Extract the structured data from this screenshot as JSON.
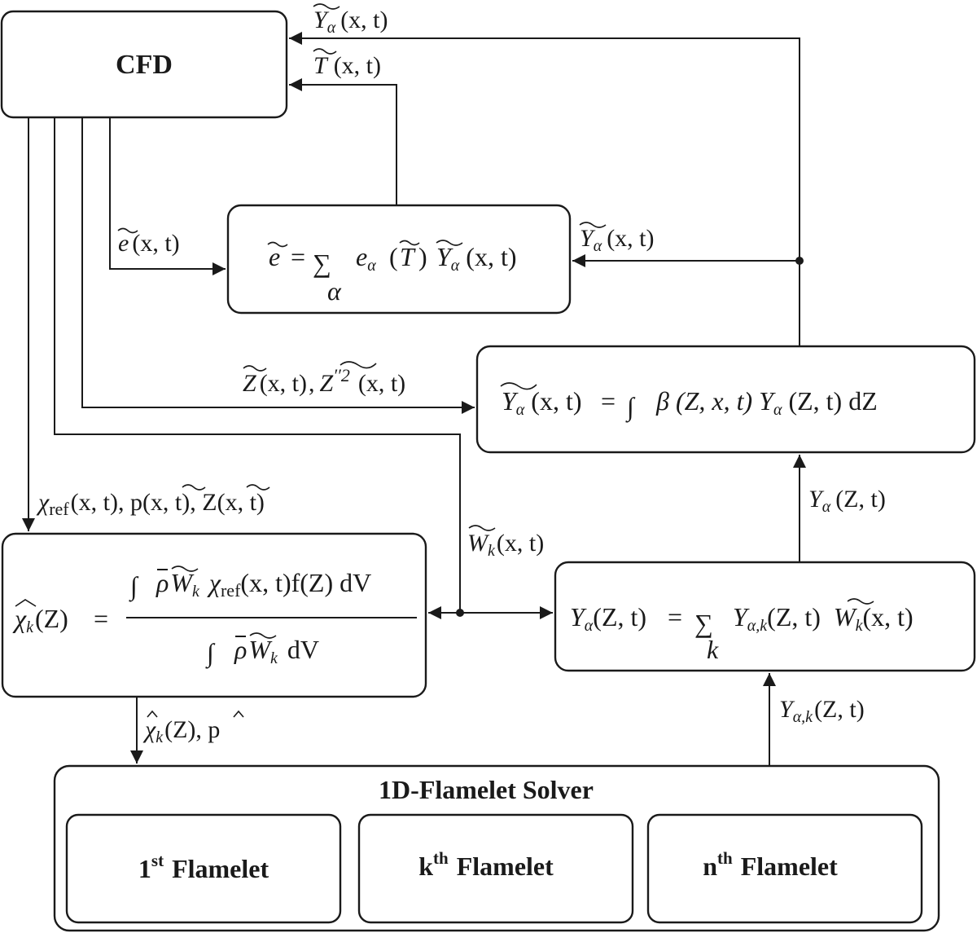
{
  "nodes": {
    "cfd": {
      "label": "CFD"
    },
    "energy": {
      "lhs": "e",
      "eq": "=",
      "sum": "∑",
      "sub": "α",
      "term_a": "e",
      "term_a_sub": "α",
      "lparen": "(",
      "T": "T",
      "rparen": ")",
      "Y": "Y",
      "Y_sub": "α",
      "args": "(x, t)"
    },
    "beta_pdf": {
      "Y": "Y",
      "Y_sub": "α",
      "args": "(x, t)",
      "eq": "=",
      "int": "∫",
      "body": "β (Z, x, t) Y",
      "body_sub": "α",
      "tail": "(Z, t) dZ"
    },
    "chi": {
      "lhs": "χ",
      "lhs_sub": "k",
      "lhs_args": "(Z)",
      "eq": "=",
      "num_int": "∫",
      "num_rho": "ρ",
      "num_W": "W",
      "num_W_sub": "k",
      "num_chi": "χ",
      "num_chi_sub": "ref",
      "num_tail": "(x, t)f(Z) dV",
      "den_int": "∫",
      "den_rho": "ρ",
      "den_W": "W",
      "den_W_sub": "k",
      "den_tail": "dV"
    },
    "ysum": {
      "Y": "Y",
      "Y_sub": "α",
      "args": "(Z, t)",
      "eq": "=",
      "sum": "∑",
      "sub": "k",
      "Y2": "Y",
      "Y2_sub": "α,k",
      "args2": "(Z, t)",
      "W": "W",
      "W_sub": "k",
      "args3": "(x, t)"
    },
    "solver": {
      "title": "1D-Flamelet Solver",
      "flamelets": [
        {
          "index": "1",
          "ordinal": "st",
          "word": "Flamelet"
        },
        {
          "index": "k",
          "ordinal": "th",
          "word": "Flamelet"
        },
        {
          "index": "n",
          "ordinal": "th",
          "word": "Flamelet"
        }
      ]
    }
  },
  "edges": {
    "y_to_cfd": {
      "Y": "Y",
      "sub": "α",
      "args": "(x, t)"
    },
    "t_to_cfd": {
      "T": "T",
      "args": "(x, t)"
    },
    "e_to_energy": {
      "e": "e",
      "args": "(x, t)"
    },
    "y_to_energy": {
      "Y": "Y",
      "sub": "α",
      "args": "(x, t)"
    },
    "z_to_beta": {
      "Z": "Z",
      "args": "(x, t)",
      "comma": ",",
      "Z2": "Z",
      "Z2_sup": "′′2",
      "args2": "(x, t)"
    },
    "cfd_to_chi": {
      "chi": "χ",
      "chi_sub": "ref",
      "text": "(x, t), p(x, t), Z(x, t)"
    },
    "w_to_mix": {
      "W": "W",
      "sub": "k",
      "args": "(x, t)"
    },
    "y_to_beta": {
      "Y": "Y",
      "sub": "α",
      "args": "(Z, t)"
    },
    "chi_to_solver": {
      "chi": "χ",
      "sub": "k",
      "text": "(Z), p"
    },
    "solver_to_ysum": {
      "Y": "Y",
      "sub": "α,k",
      "args": "(Z, t)"
    }
  }
}
